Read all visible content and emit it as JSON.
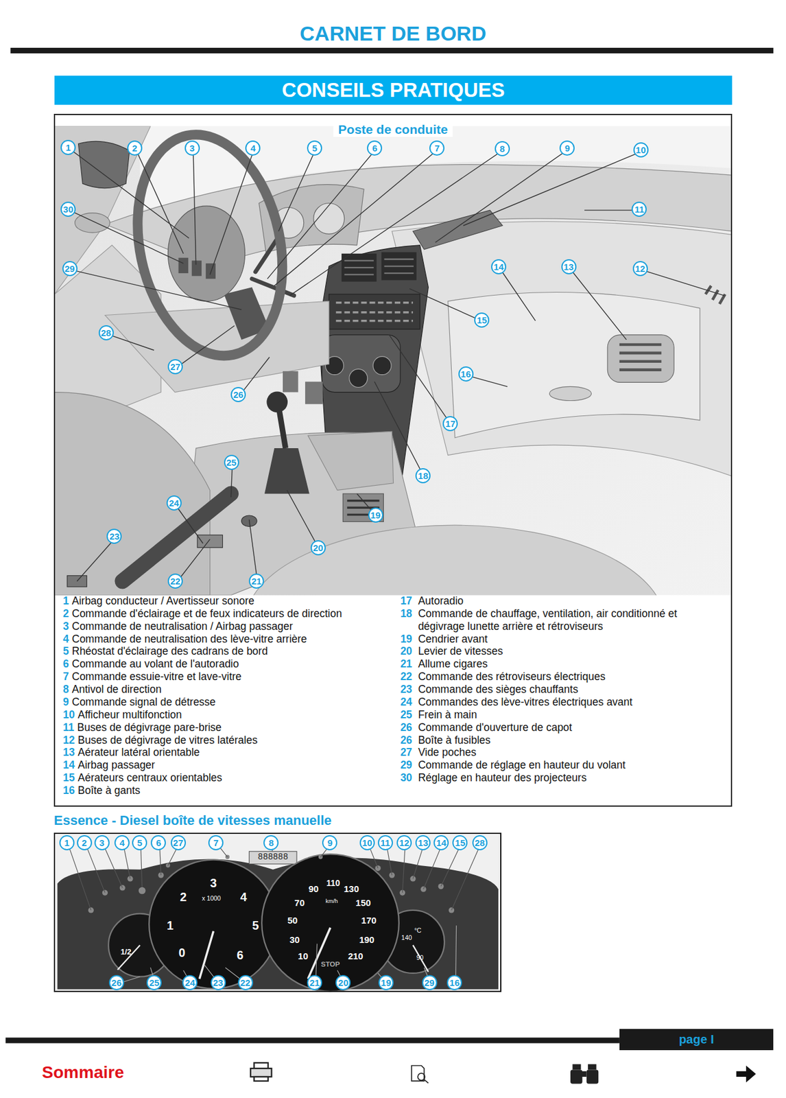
{
  "diagram": {
    "title": "CARNET DE BORD",
    "nodes": [
      {
        "text": [
          "CONSEILS PRATIQUES"
        ]
      },
      {
        "text": [
          "Poste de conduite"
        ]
      },
      {
        "text": [
          "1"
        ],
        "in": 1
      },
      {
        "text": [
          "2"
        ],
        "in": 1
      },
      {
        "text": [
          "3"
        ],
        "in": 1
      },
      {
        "text": [
          "4"
        ],
        "in": 1
      },
      {
        "text": [
          "5"
        ],
        "in": 1
      },
      {
        "text": [
          "6"
        ],
        "in": 1
      },
      {
        "text": [
          "7"
        ],
        "in": 1
      },
      {
        "text": [
          "8"
        ],
        "in": 1
      },
      {
        "text": [
          "9"
        ],
        "in": 1
      },
      {
        "text": [
          "10"
        ],
        "in": 1
      },
      {
        "text": [
          "30"
        ],
        "in": 1
      },
      {
        "text": [
          "11"
        ],
        "in": 1
      },
      {
        "text": [
          "29"
        ],
        "in": 1
      },
      {
        "text": [
          "14"
        ],
        "in": 1
      },
      {
        "text": [
          "13"
        ],
        "in": 1
      },
      {
        "text": [
          "12"
        ],
        "in": 1
      },
      {
        "text": [
          "15"
        ],
        "in": 1
      },
      {
        "text": [
          "28"
        ],
        "in": 1
      },
      {
        "text": [
          "27"
        ],
        "in": 1
      },
      {
        "text": [
          "16"
        ],
        "in": 1
      },
      {
        "text": [
          "26"
        ],
        "in": 1
      },
      {
        "text": [
          "17"
        ],
        "in": 1
      },
      {
        "text": [
          "25"
        ],
        "in": 1
      },
      {
        "text": [
          "18"
        ],
        "in": 1
      },
      {
        "text": [
          "24"
        ],
        "in": 1
      },
      {
        "text": [
          "19"
        ],
        "in": 1
      },
      {
        "text": [
          "23"
        ],
        "in": 1
      },
      {
        "text": [
          "20"
        ],
        "in": 1
      },
      {
        "text": [
          "22"
        ],
        "in": 1
      },
      {
        "text": [
          "21"
        ],
        "in": 1
      },
      {
        "text": [
          "Essence - Diesel boîte de vitesses manuelle"
        ]
      },
      {
        "text": [
          "1"
        ],
        "in": 32
      },
      {
        "text": [
          "2"
        ],
        "in": 32
      },
      {
        "text": [
          "3"
        ],
        "in": 32
      },
      {
        "text": [
          "4"
        ],
        "in": 32
      },
      {
        "text": [
          "5"
        ],
        "in": 32
      },
      {
        "text": [
          "6"
        ],
        "in": 32
      },
      {
        "text": [
          "27"
        ],
        "in": 32
      },
      {
        "text": [
          "7"
        ],
        "in": 32
      },
      {
        "text": [
          "8"
        ],
        "in": 32
      },
      {
        "text": [
          "9"
        ],
        "in": 32
      },
      {
        "text": [
          "10"
        ],
        "in": 32
      },
      {
        "text": [
          "11"
        ],
        "in": 32
      },
      {
        "text": [
          "12"
        ],
        "in": 32
      },
      {
        "text": [
          "13"
        ],
        "in": 32
      },
      {
        "text": [
          "14"
        ],
        "in": 32
      },
      {
        "text": [
          "15"
        ],
        "in": 32
      },
      {
        "text": [
          "28"
        ],
        "in": 32
      },
      {
        "text": [
          "26"
        ],
        "in": 32
      },
      {
        "text": [
          "25"
        ],
        "in": 32
      },
      {
        "text": [
          "24"
        ],
        "in": 32
      },
      {
        "text": [
          "23"
        ],
        "in": 32
      },
      {
        "text": [
          "22"
        ],
        "in": 32
      },
      {
        "text": [
          "21"
        ],
        "in": 32
      },
      {
        "text": [
          "20"
        ],
        "in": 32
      },
      {
        "text": [
          "19"
        ],
        "in": 32
      },
      {
        "text": [
          "29"
        ],
        "in": 32
      },
      {
        "text": [
          "16"
        ],
        "in": 32
      },
      {
        "text": [
          "page I"
        ]
      }
    ],
    "labels": [
      "1",
      "Airbag conducteur / Avertisseur sonore",
      "2",
      "Commande d'éclairage et de feux indicateurs de direction",
      "3",
      "Commande de neutralisation / Airbag passager",
      "4",
      "Commande de neutralisation des lève-vitre arrière",
      "5",
      "Rhéostat d'éclairage des cadrans de bord",
      "6",
      "Commande au volant de l'autoradio",
      "7",
      "Commande essuie-vitre et lave-vitre",
      "8",
      "Antivol de direction",
      "9",
      "Commande signal de détresse",
      "10",
      "Afficheur multifonction",
      "11",
      "Buses de dégivrage pare-brise",
      "12",
      "Buses de dégivrage de vitres latérales",
      "13",
      "Aérateur latéral orientable",
      "14",
      "Airbag passager",
      "15",
      "Aérateurs centraux orientables",
      "16",
      "Boîte à gants",
      "17",
      "Autoradio",
      "18",
      "Commande de chauffage, ventilation, air conditionné et dégivrage lunette arrière et rétroviseurs",
      "19",
      "Cendrier avant",
      "20",
      "Levier de vitesses",
      "21",
      "Allume cigares",
      "22",
      "Commande des rétroviseurs électriques",
      "23",
      "Commande des sièges chauffants",
      "24",
      "Commandes des lève-vitres électriques avant",
      "25",
      "Frein à main",
      "26",
      "Commande d'ouverture de capot",
      "26",
      "Boîte à fusibles",
      "27",
      "Vide poches",
      "29",
      "Commande de réglage en hauteur du volant",
      "30",
      "Réglage en hauteur des projecteurs",
      "888888",
      "3",
      "2",
      "x 1000",
      "4",
      "1",
      "5",
      "0",
      "6",
      "1/2",
      "90",
      "110",
      "130",
      "70",
      "km/h",
      "150",
      "50",
      "170",
      "30",
      "190",
      "10",
      "210",
      "STOP",
      "140",
      "°C",
      "90",
      "Sommaire"
    ]
  }
}
